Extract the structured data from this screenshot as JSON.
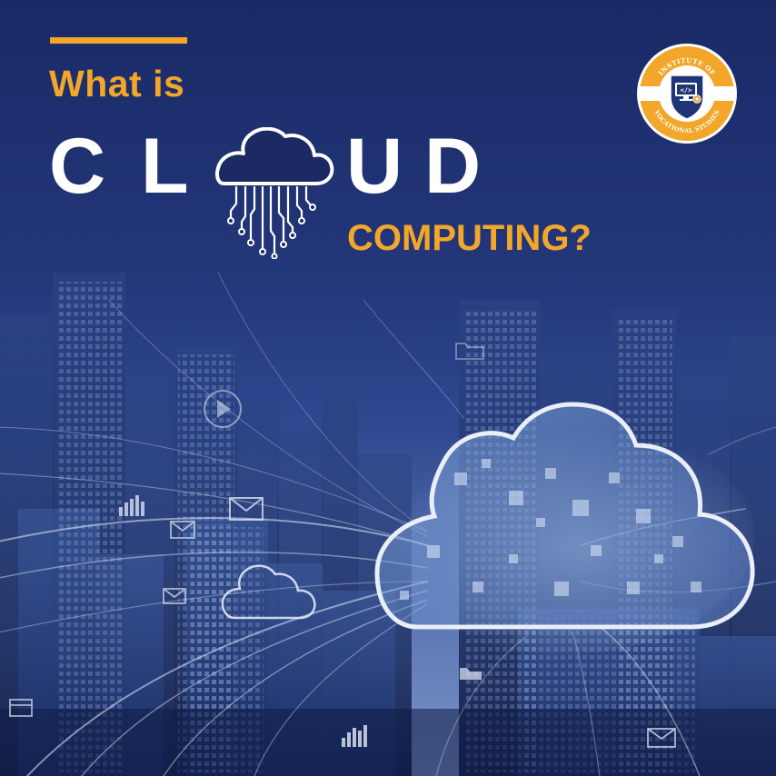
{
  "heading": {
    "line1": "What is",
    "word_letters": [
      "C",
      "L",
      "U",
      "D"
    ],
    "line3": "COMPUTING?"
  },
  "badge": {
    "text_top": "INSTITUTE OF",
    "text_bottom": "VOCATIONAL STUDIES",
    "icon": "code-monitor-icon"
  },
  "icons": {
    "title_o": "circuit-cloud-icon",
    "hero": "pixel-cloud-icon",
    "small": [
      "outline-cloud-icon",
      "play-icon",
      "bar-chart-icon",
      "mail-icon",
      "folder-icon",
      "media-icon"
    ]
  },
  "colors": {
    "background": "#1b2a63",
    "accent": "#f2a62a",
    "heading_white": "#ffffff"
  }
}
